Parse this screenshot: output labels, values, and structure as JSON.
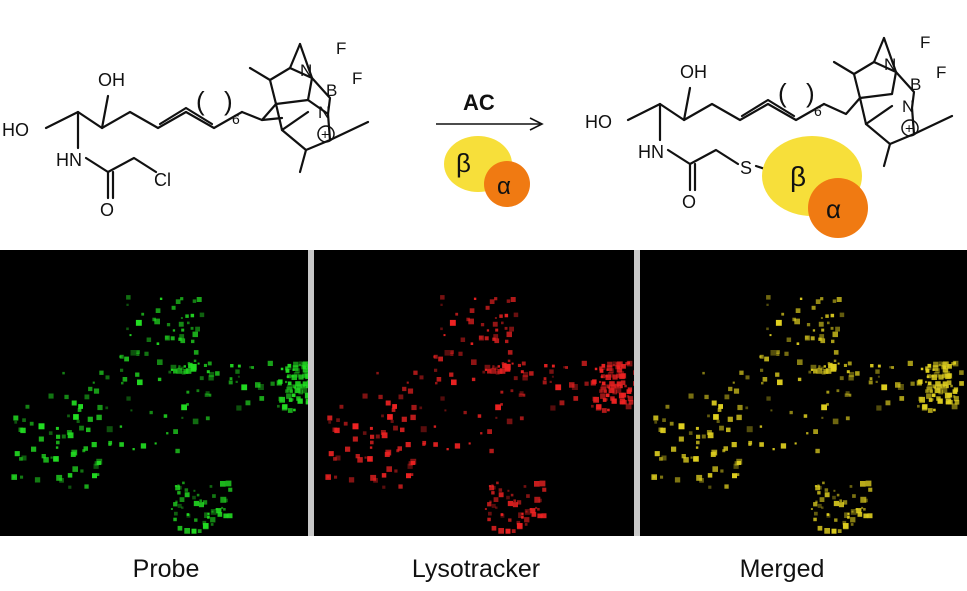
{
  "scheme": {
    "arrow_label": "AC",
    "beta": "β",
    "alpha": "α",
    "atoms": {
      "ho": "HO",
      "oh": "OH",
      "hn": "HN",
      "o": "O",
      "cl": "Cl",
      "s": "S",
      "n": "N",
      "b": "B",
      "f": "F",
      "plus": "+",
      "repeat": "6",
      "paren_open": "(",
      "paren_close": ")"
    }
  },
  "panels": [
    {
      "label": "Probe",
      "color": "#22dd22"
    },
    {
      "label": "Lysotracker",
      "color": "#ee2222"
    },
    {
      "label": "Merged",
      "color": "#e0d020"
    }
  ],
  "colors": {
    "beta": "#f7df3a",
    "alpha": "#f07a12",
    "background": "#000000"
  }
}
